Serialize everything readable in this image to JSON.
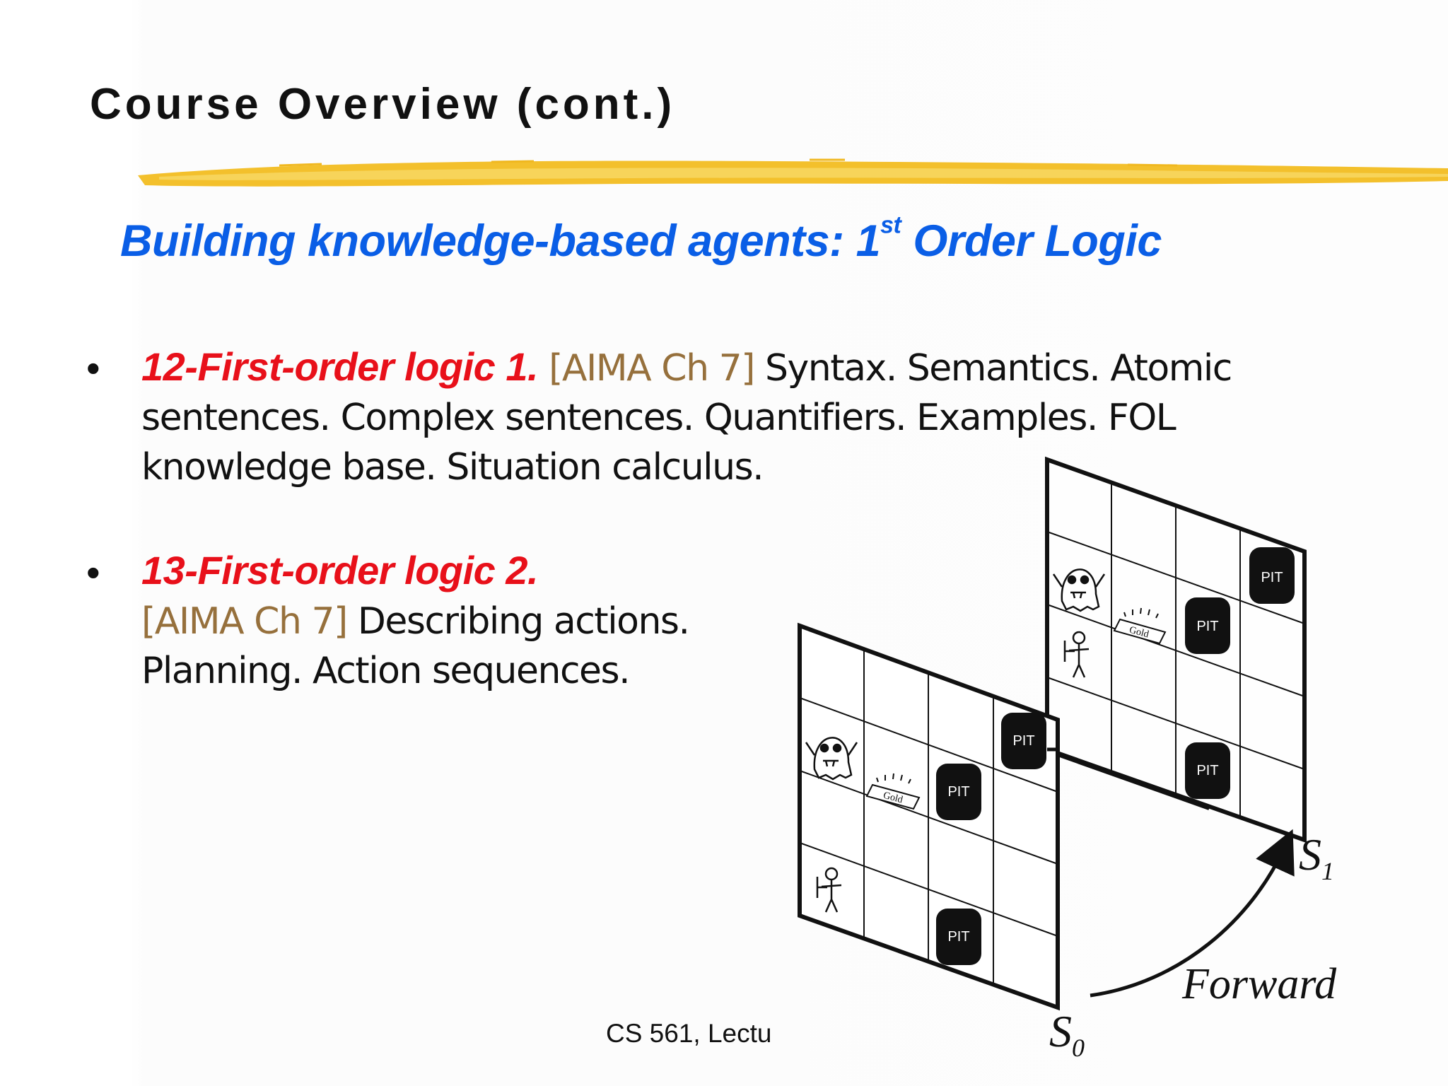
{
  "slide": {
    "title": "Course Overview (cont.)",
    "subtitle_main": "Building knowledge-based agents: 1",
    "subtitle_sup": "st",
    "subtitle_end": " Order Logic",
    "bullets": [
      {
        "topic": "12-First-order logic 1.",
        "ref": "[AIMA Ch 7]",
        "line1_rest": "Syntax. Semantics. Atomic",
        "line2": "sentences. Complex sentences. Quantifiers. Examples. FOL",
        "line3": "knowledge base. Situation calculus."
      },
      {
        "topic": "13-First-order logic 2.",
        "ref": "[AIMA Ch 7]",
        "line2_rest": "Describing actions.",
        "line3": "Planning. Action sequences."
      }
    ],
    "footer": "CS 561,  Lectu"
  },
  "figure": {
    "pit_label": "PIT",
    "gold_label": "Gold",
    "s0_label": "S",
    "s0_sub": "0",
    "s1_label": "S",
    "s1_sub": "1",
    "action_label": "Forward"
  },
  "colors": {
    "title": "#111111",
    "subtitle": "#0a5ee6",
    "topic": "#e8101a",
    "reference": "#96703c",
    "accent_rule": "#f2c12e"
  }
}
